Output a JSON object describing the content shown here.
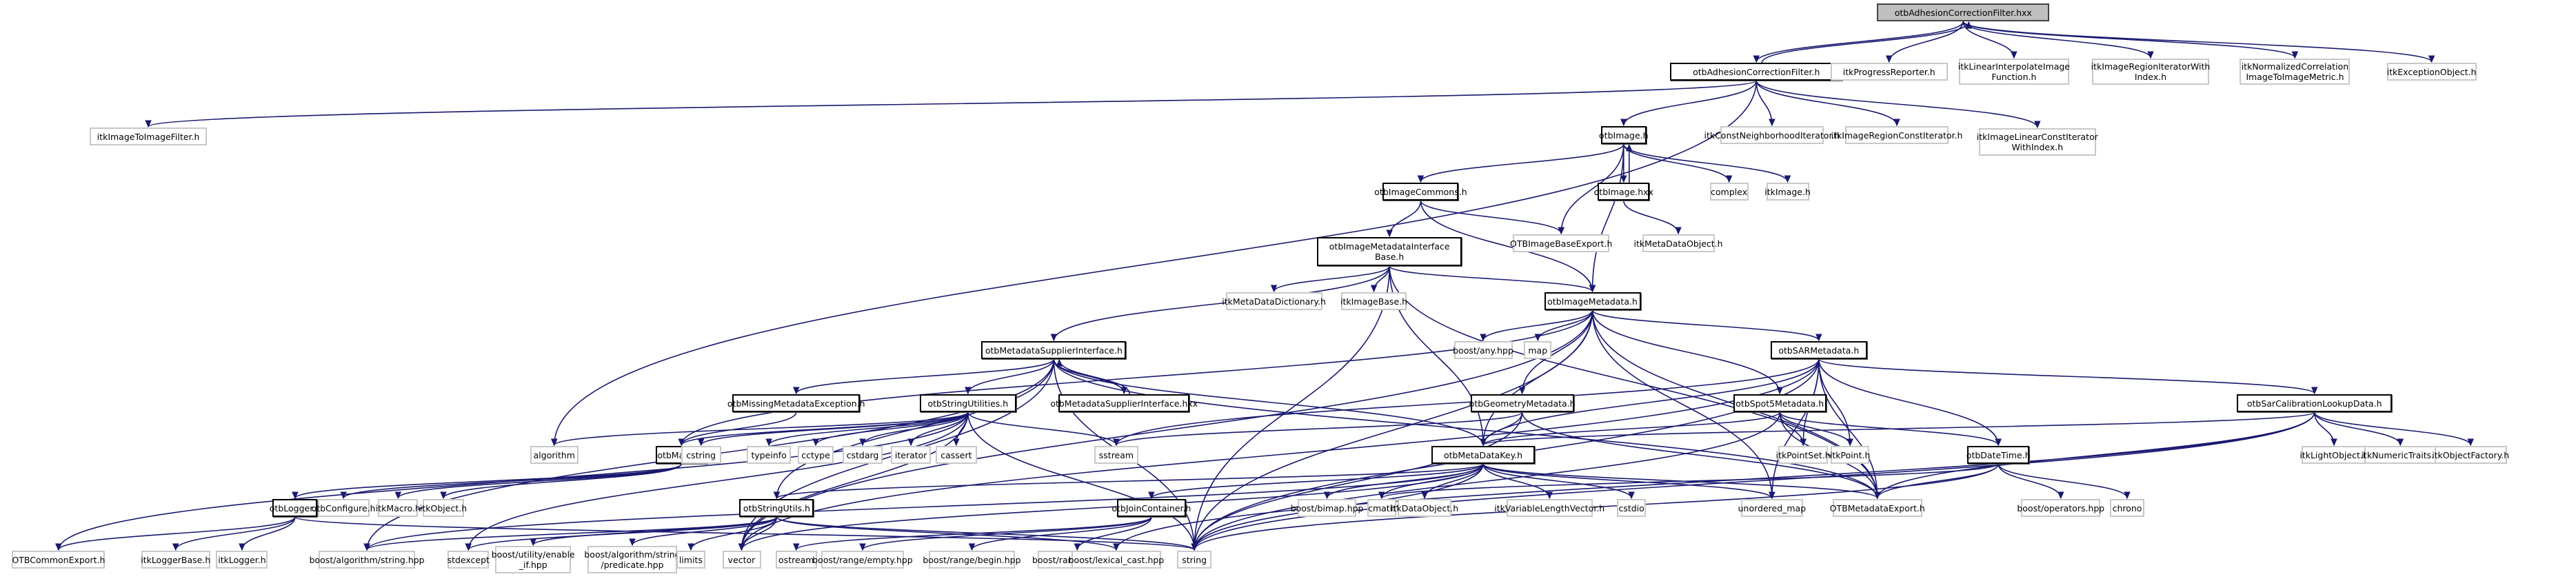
{
  "diagram": {
    "title": "otbAdhesionCorrectionFilter.hxx include dependency graph",
    "colors": {
      "edge": "#191970",
      "root_fill": "#bfbfbf",
      "documented_border": "#000000",
      "external_border": "#bfbfbf"
    },
    "nodes": [
      {
        "id": "root",
        "label": "otbAdhesionCorrectionFilter.hxx",
        "kind": "root"
      },
      {
        "id": "acf_h",
        "label": "otbAdhesionCorrectionFilter.h",
        "kind": "doc"
      },
      {
        "id": "progress",
        "label": "itkProgressReporter.h",
        "kind": "ext"
      },
      {
        "id": "linint",
        "label": "itkLinearInterpolateImage\nFunction.h",
        "kind": "ext"
      },
      {
        "id": "regiter",
        "label": "itkImageRegionIteratorWith\nIndex.h",
        "kind": "ext"
      },
      {
        "id": "normcorr",
        "label": "itkNormalizedCorrelation\nImageToImageMetric.h",
        "kind": "ext"
      },
      {
        "id": "exception",
        "label": "itkExceptionObject.h",
        "kind": "ext"
      },
      {
        "id": "im2im",
        "label": "itkImageToImageFilter.h",
        "kind": "ext"
      },
      {
        "id": "otbimage",
        "label": "otbImage.h",
        "kind": "doc"
      },
      {
        "id": "constneigh",
        "label": "itkConstNeighborhoodIterator.h",
        "kind": "ext"
      },
      {
        "id": "regconst",
        "label": "itkImageRegionConstIterator.h",
        "kind": "ext"
      },
      {
        "id": "linconst",
        "label": "itkImageLinearConstIterator\nWithIndex.h",
        "kind": "ext"
      },
      {
        "id": "imgcommons",
        "label": "otbImageCommons.h",
        "kind": "doc"
      },
      {
        "id": "imagehxx",
        "label": "otbImage.hxx",
        "kind": "doc"
      },
      {
        "id": "complex",
        "label": "complex",
        "kind": "ext"
      },
      {
        "id": "itkimage",
        "label": "itkImage.h",
        "kind": "ext"
      },
      {
        "id": "imdib",
        "label": "otbImageMetadataInterface\nBase.h",
        "kind": "doc"
      },
      {
        "id": "otbibexport",
        "label": "OTBImageBaseExport.h",
        "kind": "ext"
      },
      {
        "id": "metadataobj",
        "label": "itkMetaDataObject.h",
        "kind": "ext"
      },
      {
        "id": "mddict",
        "label": "itkMetaDataDictionary.h",
        "kind": "ext"
      },
      {
        "id": "imagebase",
        "label": "itkImageBase.h",
        "kind": "ext"
      },
      {
        "id": "imgmd",
        "label": "otbImageMetadata.h",
        "kind": "doc"
      },
      {
        "id": "anyhpp",
        "label": "boost/any.hpp",
        "kind": "ext"
      },
      {
        "id": "map",
        "label": "map",
        "kind": "ext"
      },
      {
        "id": "msi",
        "label": "otbMetadataSupplierInterface.h",
        "kind": "doc"
      },
      {
        "id": "msihxx",
        "label": "otbMetadataSupplierInterface.hxx",
        "kind": "doc"
      },
      {
        "id": "sarmd",
        "label": "otbSARMetadata.h",
        "kind": "doc"
      },
      {
        "id": "missing",
        "label": "otbMissingMetadataException.h",
        "kind": "doc"
      },
      {
        "id": "strutil",
        "label": "otbStringUtilities.h",
        "kind": "doc"
      },
      {
        "id": "geommd",
        "label": "otbGeometryMetadata.h",
        "kind": "doc"
      },
      {
        "id": "spot5",
        "label": "otbSpot5Metadata.h",
        "kind": "doc"
      },
      {
        "id": "sarcal",
        "label": "otbSarCalibrationLookupData.h",
        "kind": "doc"
      },
      {
        "id": "algorithm",
        "label": "algorithm",
        "kind": "ext"
      },
      {
        "id": "macro",
        "label": "otbMacro.h",
        "kind": "doc"
      },
      {
        "id": "cstring",
        "label": "cstring",
        "kind": "ext"
      },
      {
        "id": "typeinfo",
        "label": "typeinfo",
        "kind": "ext"
      },
      {
        "id": "cctype",
        "label": "cctype",
        "kind": "ext"
      },
      {
        "id": "cstdarg",
        "label": "cstdarg",
        "kind": "ext"
      },
      {
        "id": "iterator",
        "label": "iterator",
        "kind": "ext"
      },
      {
        "id": "cassert",
        "label": "cassert",
        "kind": "ext"
      },
      {
        "id": "sstream",
        "label": "sstream",
        "kind": "ext"
      },
      {
        "id": "mdkey",
        "label": "otbMetaDataKey.h",
        "kind": "doc"
      },
      {
        "id": "pointset",
        "label": "itkPointSet.h",
        "kind": "ext"
      },
      {
        "id": "point",
        "label": "itkPoint.h",
        "kind": "ext"
      },
      {
        "id": "datetime",
        "label": "otbDateTime.h",
        "kind": "doc"
      },
      {
        "id": "lightobj",
        "label": "itkLightObject.h",
        "kind": "ext"
      },
      {
        "id": "numtraits",
        "label": "itkNumericTraits.h",
        "kind": "ext"
      },
      {
        "id": "objfactory",
        "label": "itkObjectFactory.h",
        "kind": "ext"
      },
      {
        "id": "logger",
        "label": "otbLogger.h",
        "kind": "doc"
      },
      {
        "id": "configure",
        "label": "otbConfigure.h",
        "kind": "ext"
      },
      {
        "id": "itkmacro",
        "label": "itkMacro.h",
        "kind": "ext"
      },
      {
        "id": "itkobject",
        "label": "itkObject.h",
        "kind": "ext"
      },
      {
        "id": "strutils",
        "label": "otbStringUtils.h",
        "kind": "doc"
      },
      {
        "id": "join",
        "label": "otbJoinContainer.h",
        "kind": "doc"
      },
      {
        "id": "bimap",
        "label": "boost/bimap.hpp",
        "kind": "ext"
      },
      {
        "id": "cmath",
        "label": "cmath",
        "kind": "ext"
      },
      {
        "id": "dataobj",
        "label": "itkDataObject.h",
        "kind": "ext"
      },
      {
        "id": "varlen",
        "label": "itkVariableLengthVector.h",
        "kind": "ext"
      },
      {
        "id": "cstdio",
        "label": "cstdio",
        "kind": "ext"
      },
      {
        "id": "umap",
        "label": "unordered_map",
        "kind": "ext"
      },
      {
        "id": "mdexport",
        "label": "OTBMetadataExport.h",
        "kind": "ext"
      },
      {
        "id": "operators",
        "label": "boost/operators.hpp",
        "kind": "ext"
      },
      {
        "id": "chrono",
        "label": "chrono",
        "kind": "ext"
      },
      {
        "id": "commonexport",
        "label": "OTBCommonExport.h",
        "kind": "ext"
      },
      {
        "id": "loggerbase",
        "label": "itkLoggerBase.h",
        "kind": "ext"
      },
      {
        "id": "itklogger",
        "label": "itkLogger.h",
        "kind": "ext"
      },
      {
        "id": "algostr",
        "label": "boost/algorithm/string.hpp",
        "kind": "ext"
      },
      {
        "id": "stdexcept",
        "label": "stdexcept",
        "kind": "ext"
      },
      {
        "id": "enableif",
        "label": "boost/utility/enable\n_if.hpp",
        "kind": "ext"
      },
      {
        "id": "predicate",
        "label": "boost/algorithm/string\n/predicate.hpp",
        "kind": "ext"
      },
      {
        "id": "limits",
        "label": "limits",
        "kind": "ext"
      },
      {
        "id": "vector",
        "label": "vector",
        "kind": "ext"
      },
      {
        "id": "ostream",
        "label": "ostream",
        "kind": "ext"
      },
      {
        "id": "rempty",
        "label": "boost/range/empty.hpp",
        "kind": "ext"
      },
      {
        "id": "rbegin",
        "label": "boost/range/begin.hpp",
        "kind": "ext"
      },
      {
        "id": "rend",
        "label": "boost/range/end.hpp",
        "kind": "ext"
      },
      {
        "id": "lexcast",
        "label": "boost/lexical_cast.hpp",
        "kind": "ext"
      },
      {
        "id": "string",
        "label": "string",
        "kind": "ext"
      }
    ],
    "edges": [
      [
        "root",
        "acf_h"
      ],
      [
        "acf_h",
        "root"
      ],
      [
        "root",
        "progress"
      ],
      [
        "root",
        "linint"
      ],
      [
        "root",
        "regiter"
      ],
      [
        "root",
        "normcorr"
      ],
      [
        "root",
        "exception"
      ],
      [
        "acf_h",
        "im2im"
      ],
      [
        "acf_h",
        "otbimage"
      ],
      [
        "acf_h",
        "constneigh"
      ],
      [
        "acf_h",
        "regconst"
      ],
      [
        "acf_h",
        "linconst"
      ],
      [
        "acf_h",
        "algorithm"
      ],
      [
        "otbimage",
        "imgcommons"
      ],
      [
        "otbimage",
        "imagehxx"
      ],
      [
        "imagehxx",
        "otbimage"
      ],
      [
        "otbimage",
        "complex"
      ],
      [
        "otbimage",
        "itkimage"
      ],
      [
        "otbimage",
        "otbibexport"
      ],
      [
        "otbimage",
        "imgmd"
      ],
      [
        "imgcommons",
        "imdib"
      ],
      [
        "imgcommons",
        "otbibexport"
      ],
      [
        "imgcommons",
        "imgmd"
      ],
      [
        "imagehxx",
        "metadataobj"
      ],
      [
        "imdib",
        "mddict"
      ],
      [
        "imdib",
        "imagebase"
      ],
      [
        "imdib",
        "imgmd"
      ],
      [
        "imdib",
        "msi"
      ],
      [
        "imdib",
        "mdkey"
      ],
      [
        "imdib",
        "mdexport"
      ],
      [
        "imdib",
        "string"
      ],
      [
        "imgmd",
        "anyhpp"
      ],
      [
        "imgmd",
        "map"
      ],
      [
        "imgmd",
        "sarmd"
      ],
      [
        "imgmd",
        "geommd"
      ],
      [
        "imgmd",
        "spot5"
      ],
      [
        "imgmd",
        "mdkey"
      ],
      [
        "imgmd",
        "macro"
      ],
      [
        "imgmd",
        "vector"
      ],
      [
        "imgmd",
        "umap"
      ],
      [
        "imgmd",
        "mdexport"
      ],
      [
        "imgmd",
        "string"
      ],
      [
        "msi",
        "missing"
      ],
      [
        "msi",
        "strutil"
      ],
      [
        "msi",
        "msihxx"
      ],
      [
        "msihxx",
        "msi"
      ],
      [
        "msi",
        "mdkey"
      ],
      [
        "msi",
        "mdexport"
      ],
      [
        "msi",
        "algostr"
      ],
      [
        "msi",
        "strutils"
      ],
      [
        "msi",
        "vector"
      ],
      [
        "msi",
        "string"
      ],
      [
        "sarmd",
        "mdkey"
      ],
      [
        "sarmd",
        "pointset"
      ],
      [
        "sarmd",
        "point"
      ],
      [
        "sarmd",
        "datetime"
      ],
      [
        "sarmd",
        "sarcal"
      ],
      [
        "sarmd",
        "mdexport"
      ],
      [
        "sarmd",
        "vector"
      ],
      [
        "sarmd",
        "sstream"
      ],
      [
        "sarmd",
        "umap"
      ],
      [
        "sarmd",
        "string"
      ],
      [
        "geommd",
        "mdkey"
      ],
      [
        "geommd",
        "sstream"
      ],
      [
        "geommd",
        "mdexport"
      ],
      [
        "geommd",
        "string"
      ],
      [
        "spot5",
        "mdkey"
      ],
      [
        "spot5",
        "pointset"
      ],
      [
        "spot5",
        "point"
      ],
      [
        "spot5",
        "datetime"
      ],
      [
        "spot5",
        "mdexport"
      ],
      [
        "spot5",
        "string"
      ],
      [
        "sarcal",
        "lightobj"
      ],
      [
        "sarcal",
        "numtraits"
      ],
      [
        "sarcal",
        "objfactory"
      ],
      [
        "sarcal",
        "mdexport"
      ],
      [
        "sarcal",
        "mdkey"
      ],
      [
        "sarcal",
        "string"
      ],
      [
        "sarcal",
        "lexcast"
      ],
      [
        "missing",
        "macro"
      ],
      [
        "strutil",
        "algorithm"
      ],
      [
        "strutil",
        "macro"
      ],
      [
        "strutil",
        "cstring"
      ],
      [
        "strutil",
        "typeinfo"
      ],
      [
        "strutil",
        "cctype"
      ],
      [
        "strutil",
        "cstdarg"
      ],
      [
        "strutil",
        "iterator"
      ],
      [
        "strutil",
        "cassert"
      ],
      [
        "strutil",
        "sstream"
      ],
      [
        "strutil",
        "stdexcept"
      ],
      [
        "strutil",
        "vector"
      ],
      [
        "strutil",
        "string"
      ],
      [
        "strutil",
        "commonexport"
      ],
      [
        "macro",
        "logger"
      ],
      [
        "macro",
        "configure"
      ],
      [
        "macro",
        "itkmacro"
      ],
      [
        "macro",
        "itkobject"
      ],
      [
        "logger",
        "commonexport"
      ],
      [
        "logger",
        "loggerbase"
      ],
      [
        "logger",
        "itklogger"
      ],
      [
        "logger",
        "string"
      ],
      [
        "mdkey",
        "strutils"
      ],
      [
        "mdkey",
        "join"
      ],
      [
        "mdkey",
        "bimap"
      ],
      [
        "mdkey",
        "cmath"
      ],
      [
        "mdkey",
        "dataobj"
      ],
      [
        "mdkey",
        "varlen"
      ],
      [
        "mdkey",
        "cstdio"
      ],
      [
        "mdkey",
        "umap"
      ],
      [
        "mdkey",
        "mdexport"
      ],
      [
        "mdkey",
        "vector"
      ],
      [
        "mdkey",
        "string"
      ],
      [
        "mdkey",
        "algostr"
      ],
      [
        "datetime",
        "mdexport"
      ],
      [
        "datetime",
        "operators"
      ],
      [
        "datetime",
        "chrono"
      ],
      [
        "datetime",
        "cmath"
      ],
      [
        "datetime",
        "string"
      ],
      [
        "strutils",
        "algostr"
      ],
      [
        "strutils",
        "stdexcept"
      ],
      [
        "strutils",
        "enableif"
      ],
      [
        "strutils",
        "predicate"
      ],
      [
        "strutils",
        "limits"
      ],
      [
        "strutils",
        "vector"
      ],
      [
        "strutils",
        "string"
      ],
      [
        "strutils",
        "lexcast"
      ],
      [
        "join",
        "ostream"
      ],
      [
        "join",
        "rempty"
      ],
      [
        "join",
        "rbegin"
      ],
      [
        "join",
        "rend"
      ]
    ]
  }
}
